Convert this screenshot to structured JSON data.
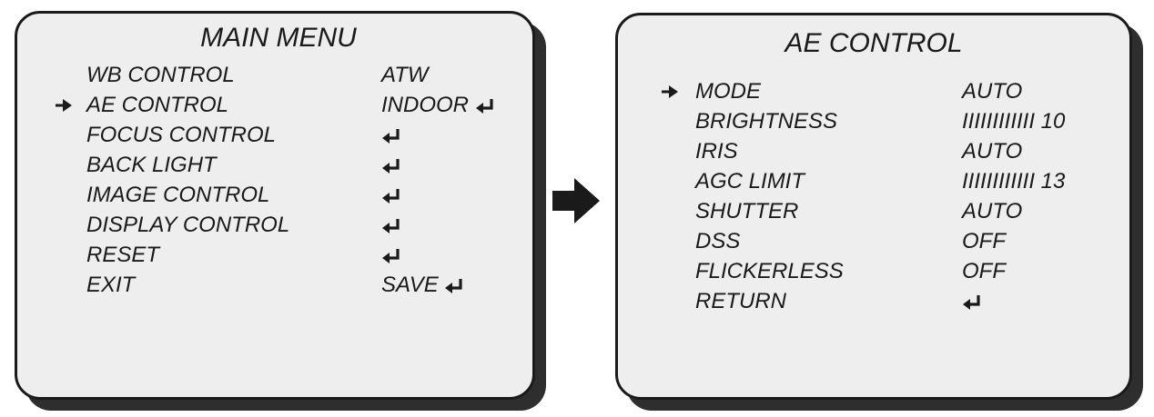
{
  "main_menu": {
    "title": "MAIN MENU",
    "selected_index": 1,
    "items": [
      {
        "label": "WB CONTROL",
        "value": "ATW",
        "enter": false
      },
      {
        "label": "AE CONTROL",
        "value": "INDOOR",
        "enter": true
      },
      {
        "label": "FOCUS CONTROL",
        "value": "",
        "enter": true
      },
      {
        "label": "BACK LIGHT",
        "value": "",
        "enter": true
      },
      {
        "label": "IMAGE CONTROL",
        "value": "",
        "enter": true
      },
      {
        "label": "DISPLAY CONTROL",
        "value": "",
        "enter": true
      },
      {
        "label": "RESET",
        "value": "",
        "enter": true
      },
      {
        "label": "EXIT",
        "value": "SAVE",
        "enter": true
      }
    ]
  },
  "ae_control": {
    "title": "AE CONTROL",
    "selected_index": 0,
    "items": [
      {
        "label": "MODE",
        "value": "AUTO",
        "enter": false
      },
      {
        "label": "BRIGHTNESS",
        "value": "IIIIIIIIIIII 10",
        "enter": false
      },
      {
        "label": "IRIS",
        "value": "AUTO",
        "enter": false
      },
      {
        "label": "AGC LIMIT",
        "value": "IIIIIIIIIIII 13",
        "enter": false
      },
      {
        "label": "SHUTTER",
        "value": "AUTO",
        "enter": false
      },
      {
        "label": "DSS",
        "value": "OFF",
        "enter": false
      },
      {
        "label": "FLICKERLESS",
        "value": "OFF",
        "enter": false
      },
      {
        "label": "RETURN",
        "value": "",
        "enter": true
      }
    ]
  },
  "colors": {
    "panel_bg": "#eeeeee",
    "panel_border": "#1a1a1a",
    "shadow": "#2e2e2e",
    "text": "#1a1a1a"
  },
  "icons": {
    "cursor": "right-arrow-icon",
    "enter": "enter-return-icon",
    "transition": "big-right-arrow-icon"
  }
}
